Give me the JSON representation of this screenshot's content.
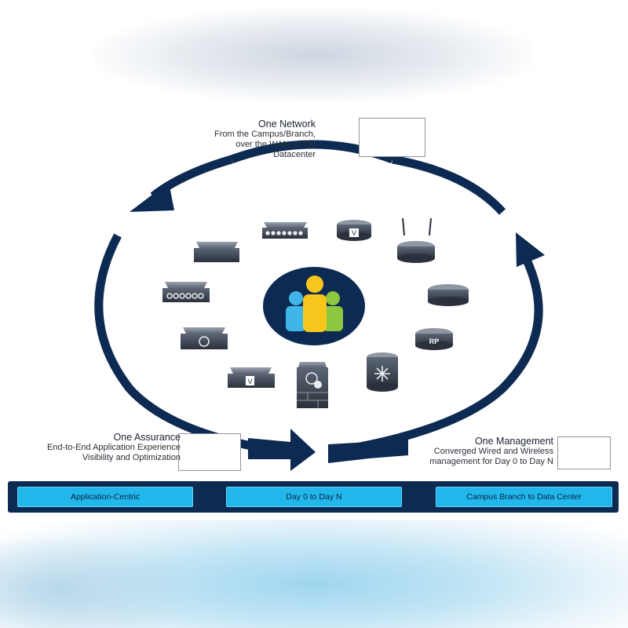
{
  "network": {
    "title": "One Network",
    "line1": "From the Campus/Branch,",
    "line2": "over the WAN, to the Datacenter"
  },
  "assurance": {
    "title": "One Assurance",
    "line1": "End-to-End Application Experience",
    "line2": "Visibility and Optimization"
  },
  "management": {
    "title": "One Management",
    "line1": "Converged Wired and Wireless",
    "line2": "management for Day 0 to Day N"
  },
  "bar": {
    "items": [
      "Application-Centric",
      "Day 0 to Day N",
      "Campus Branch to Data Center"
    ]
  },
  "icons": {
    "router_v": "V",
    "router_rp": "RP",
    "switch_v": "V"
  },
  "colors": {
    "navy": "#0d2a52",
    "cyan": "#22b7ea",
    "user_blue": "#3fb6e6",
    "user_yellow": "#f7c61c",
    "user_green": "#8dc63f"
  }
}
